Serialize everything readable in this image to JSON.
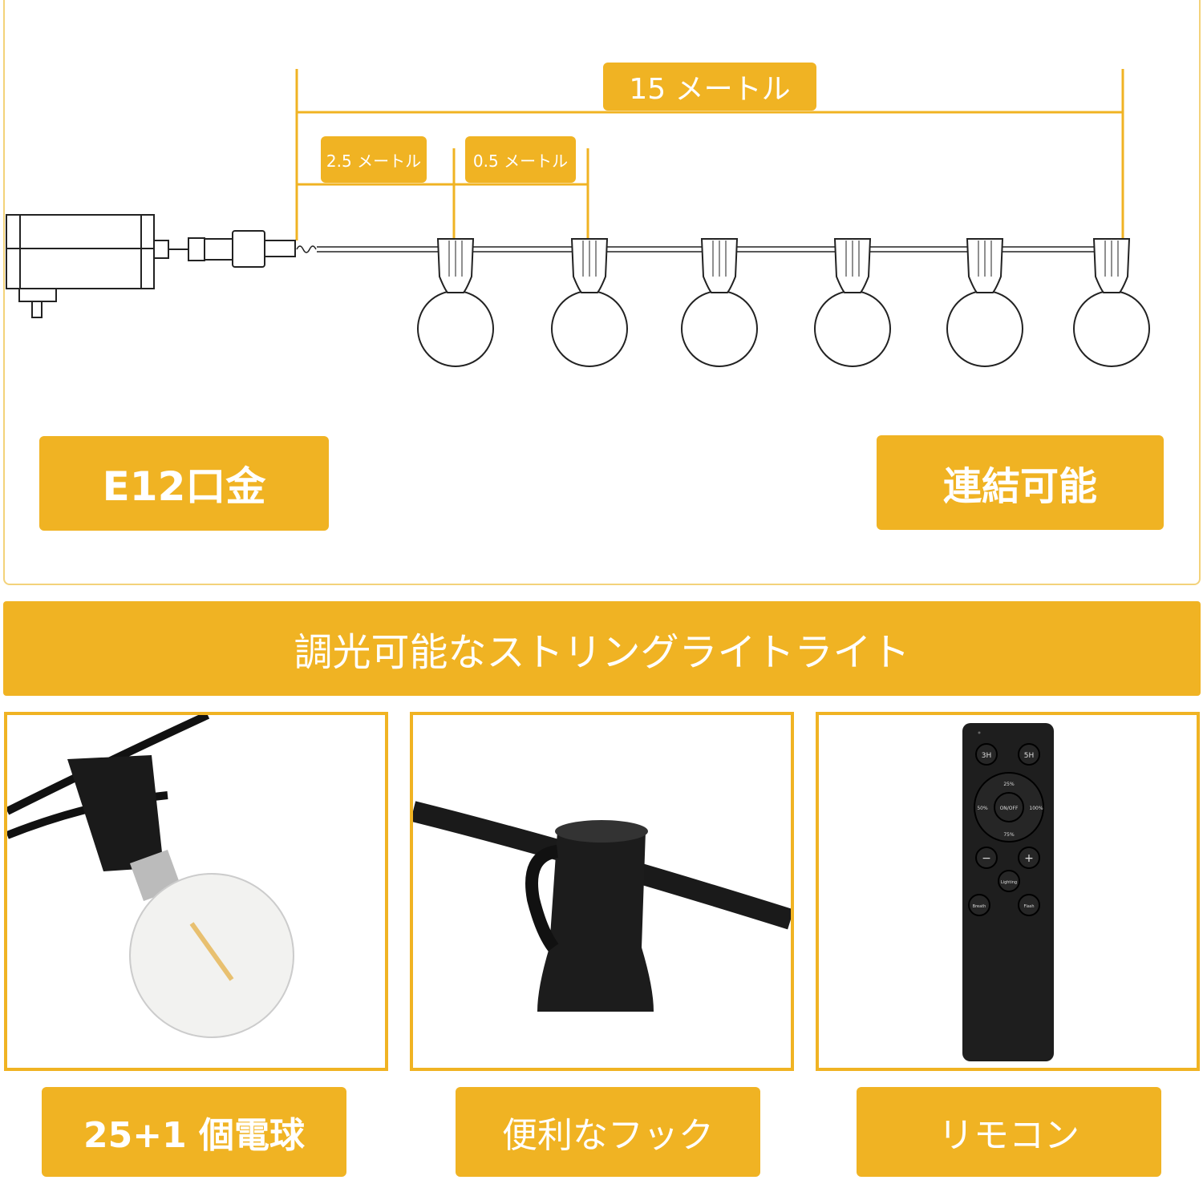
{
  "accent_color": "#f0b323",
  "diagram": {
    "total_length": "15 メートル",
    "lead_length": "2.5 メートル",
    "spacing": "0.5 メートル",
    "base_label": "E12口金",
    "connectable_label": "連結可能"
  },
  "banner": {
    "title": "調光可能なストリングライトライト"
  },
  "features": [
    {
      "label": "25+1 個電球",
      "icon": "bulb-socket-photo"
    },
    {
      "label": "便利なフック",
      "icon": "hook-socket-photo"
    },
    {
      "label": "リモコン",
      "icon": "remote-photo"
    }
  ],
  "remote": {
    "buttons": {
      "timer3": "3H",
      "timer5": "5H",
      "p25": "25%",
      "p50": "50%",
      "onoff": "ON/OFF",
      "p100": "100%",
      "p75": "75%",
      "minus": "−",
      "plus": "+",
      "lighting": "Lighting",
      "breath": "Breath",
      "flash": "Flash"
    }
  }
}
